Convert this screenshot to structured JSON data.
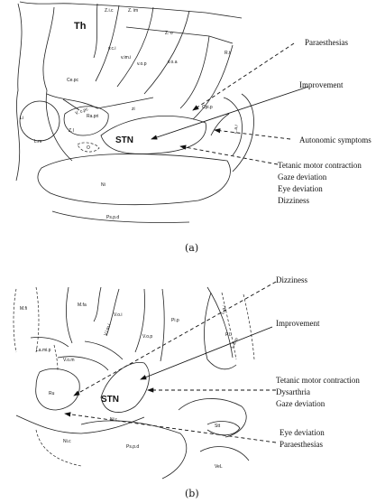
{
  "panel_a": {
    "regions": {
      "th": "Th",
      "zic": "Z.i.c",
      "zim": "Z. im",
      "zo": "Z. o",
      "vci": "v.c.i",
      "vim": "v.im.i",
      "vop": "v.o.p",
      "voa": "v.o.a",
      "ret": "R.t",
      "cepc": "Ce.pc",
      "li": "Li",
      "vcpc": "V. c.pc",
      "rapri": "Ra.pri",
      "zi": "zi",
      "zi2": "Z.I",
      "lm": "L.m",
      "o": "O",
      "stn": "STN",
      "cpip": "Cpi.p",
      "lai": "L.a.i",
      "ni": "Ni",
      "pspd": "Ps.p.d"
    },
    "annotations": {
      "paraesthesias": "Paraesthesias",
      "improvement": "Improvement",
      "autonomic": "Autonomic symptoms",
      "tetanic": "Tetanic motor contraction",
      "gaze": "Gaze deviation",
      "eye": "Eye deviation",
      "dizziness": "Dizziness"
    },
    "caption": "(a)"
  },
  "panel_b": {
    "regions": {
      "mfi": "M.fi",
      "mfa": "M.fa",
      "voi": "V.o.i",
      "vimi": "V.i.m.i",
      "vop": "V.o.p",
      "lamip": "La.mi.p",
      "vom": "V.o.m",
      "ru": "Ru",
      "stn": "STN",
      "nir": "Ni.r",
      "nic": "Ni.c",
      "pspd": "Ps.p.d",
      "pip": "Pi.p",
      "lai": "L.a.i",
      "pl": "P.L",
      "lai2": "L.a.m",
      "stt": "Stt",
      "vel": "VeL"
    },
    "annotations": {
      "dizziness": "Dizziness",
      "improvement": "Improvement",
      "tetanic": "Tetanic motor contraction",
      "dysarthria": "Dysarthria",
      "gaze": "Gaze deviation",
      "eye": "Eye deviation",
      "paraesthesias": "Paraesthesias"
    },
    "caption": "(b)"
  }
}
